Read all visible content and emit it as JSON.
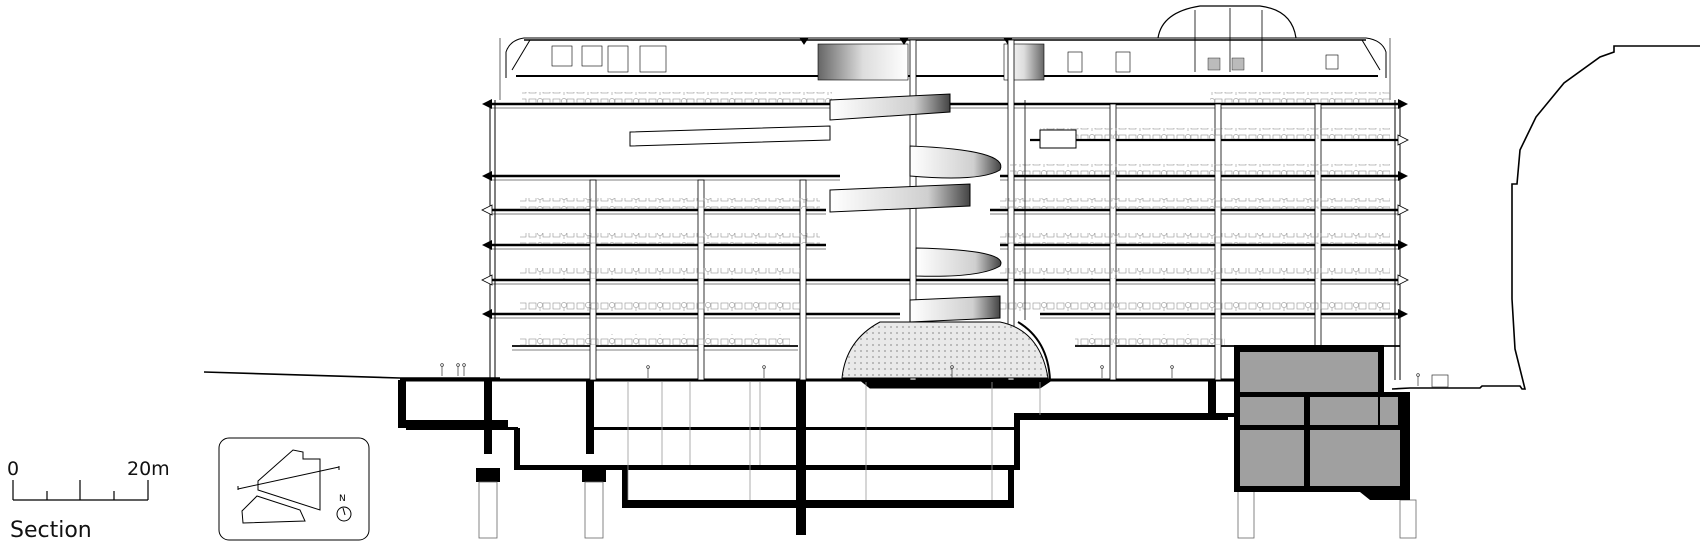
{
  "drawing": {
    "title": "Section",
    "type": "architectural-building-section"
  },
  "scale_bar": {
    "start_label": "0",
    "end_label": "20m",
    "divisions": 4
  },
  "key_plan": {
    "north_label": "N"
  },
  "colors": {
    "line": "#000000",
    "fill_grey": "#a0a0a0",
    "thin_line": "#777777",
    "background": "#ffffff"
  },
  "building": {
    "floor_levels_y": [
      78,
      98,
      135,
      165,
      195,
      228,
      258,
      292,
      320,
      352
    ],
    "extent_x": [
      448,
      1288
    ]
  }
}
